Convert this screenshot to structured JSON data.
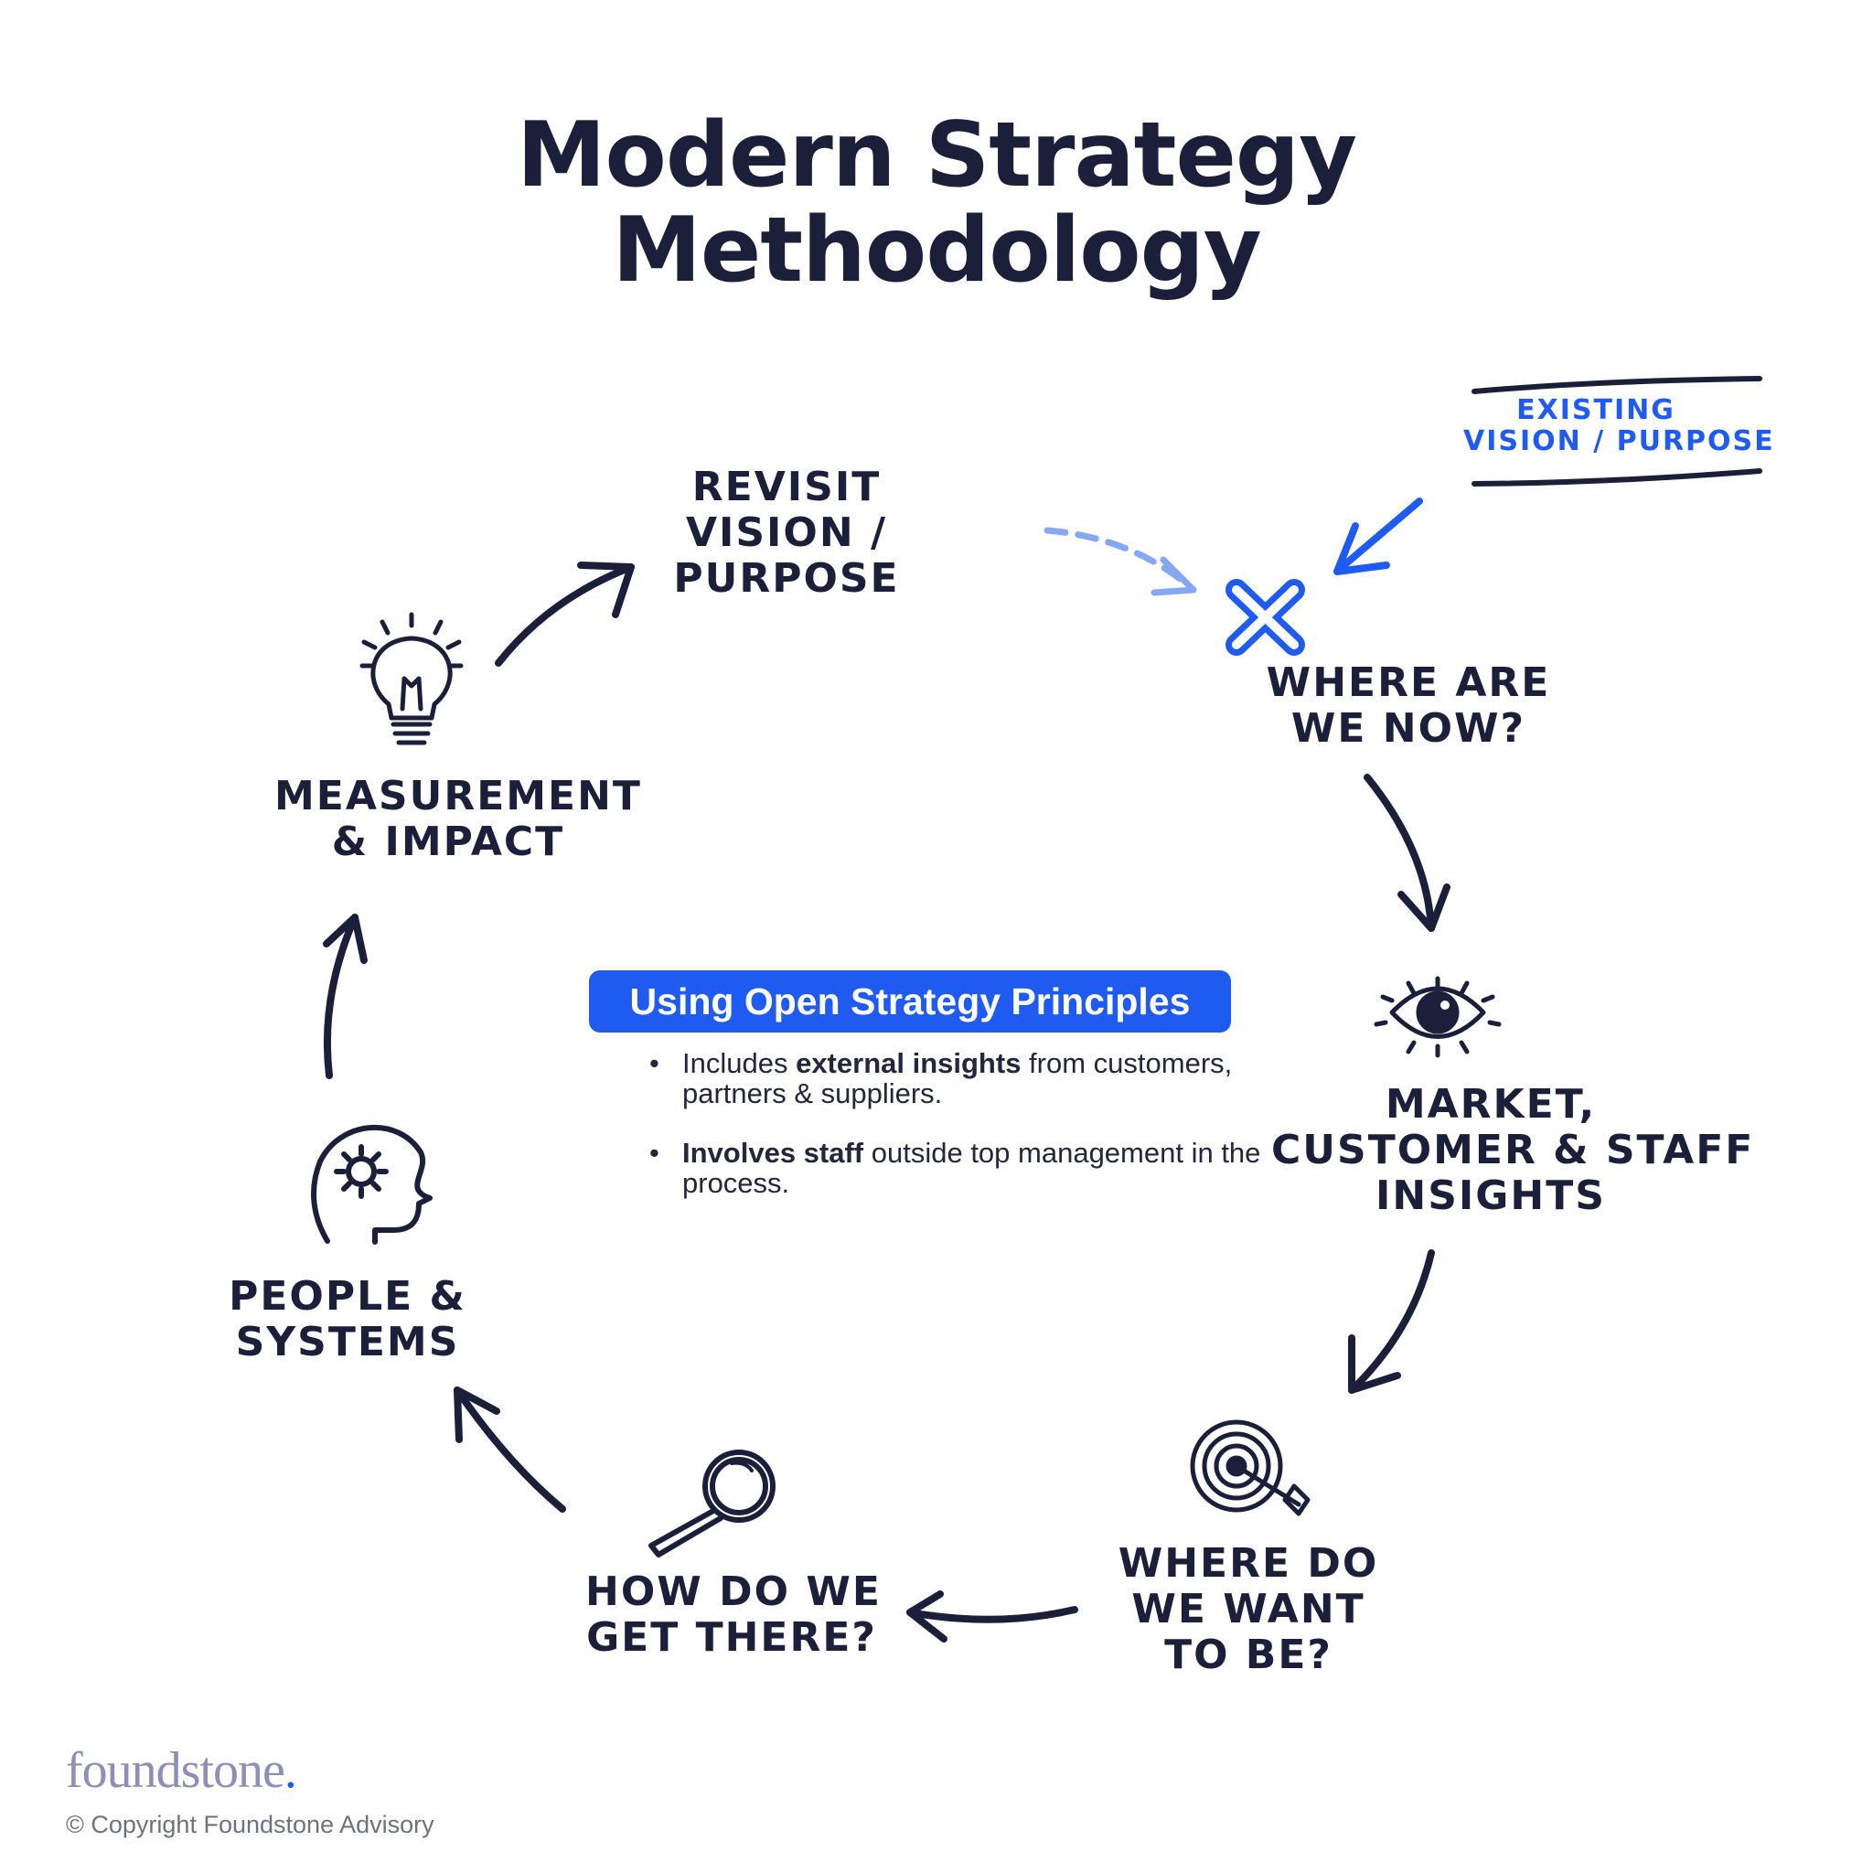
{
  "title": {
    "line1": "Modern Strategy",
    "line2": "Methodology"
  },
  "steps": {
    "revisit": {
      "line1": "Revisit",
      "line2": "Vision /",
      "line3": "Purpose"
    },
    "where_now": {
      "line1": "Where are",
      "line2": "we now?"
    },
    "insights": {
      "line1": "Market,",
      "line2": "Customer & Staff",
      "line3": "Insights"
    },
    "where_want": {
      "line1": "Where do",
      "line2": "we want",
      "line3": "to be?"
    },
    "how_get": {
      "line1": "How do we",
      "line2": "get there?"
    },
    "people": {
      "line1": "People &",
      "line2": "Systems"
    },
    "measurement": {
      "line1": "Measurement",
      "line2": "& Impact"
    }
  },
  "existing": {
    "line1": "Existing",
    "line2": "Vision / Purpose"
  },
  "principles": {
    "heading": "Using Open Strategy Principles",
    "bullet1": {
      "pre": "Includes ",
      "bold": "external insights",
      "post": " from customers, partners & suppliers."
    },
    "bullet2": {
      "bold": "Involves staff",
      "post": " outside top management in the process."
    }
  },
  "footer": {
    "brand": "foundstone",
    "brand_dot": ".",
    "copyright": "© Copyright Foundstone Advisory"
  },
  "colors": {
    "ink": "#1c1f3a",
    "accent": "#1f5bf0",
    "accent_light": "#86a8f4",
    "brand_gray": "#8e8fb4"
  },
  "icons": [
    "lightbulb-icon",
    "x-mark-icon",
    "eye-icon",
    "target-icon",
    "magnifier-icon",
    "head-gear-icon"
  ]
}
